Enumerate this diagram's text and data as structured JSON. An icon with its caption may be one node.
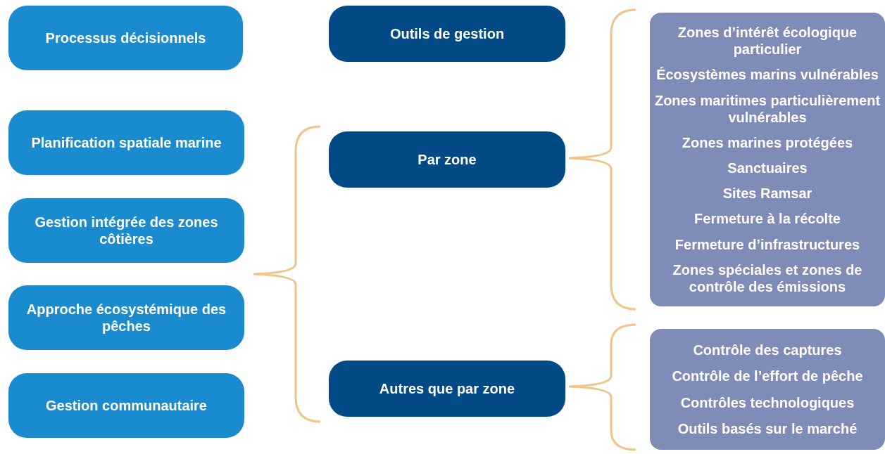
{
  "diagram": {
    "nodes": [
      {
        "text": [
          "Processus décisionnels"
        ]
      },
      {
        "text": [
          "Planification spatiale marine"
        ]
      },
      {
        "text": [
          "Gestion intégrée des zones côtières"
        ]
      },
      {
        "text": [
          "Approche écosystémique des pêches"
        ]
      },
      {
        "text": [
          "Gestion communautaire"
        ]
      },
      {
        "text": [
          "Outils de gestion"
        ]
      },
      {
        "text": [
          "Par zone"
        ]
      },
      {
        "text": [
          "Autres que par zone"
        ]
      },
      {
        "text": [
          "Zones d’intérêt écologique particulier",
          "Écosystèmes marins vulnérables",
          "Zones maritimes particulièrement vulnérables",
          "Zones marines protégées",
          "Sanctuaires",
          "Sites Ramsar",
          "Fermeture à la récolte",
          "Fermeture d’infrastructures",
          "Zones spéciales et zones de contrôle des émissions"
        ]
      },
      {
        "text": [
          "Contrôle des captures",
          "Contrôle de l’effort de pêche",
          "Contrôles technologiques",
          "Outils basés sur le marché"
        ]
      }
    ]
  }
}
